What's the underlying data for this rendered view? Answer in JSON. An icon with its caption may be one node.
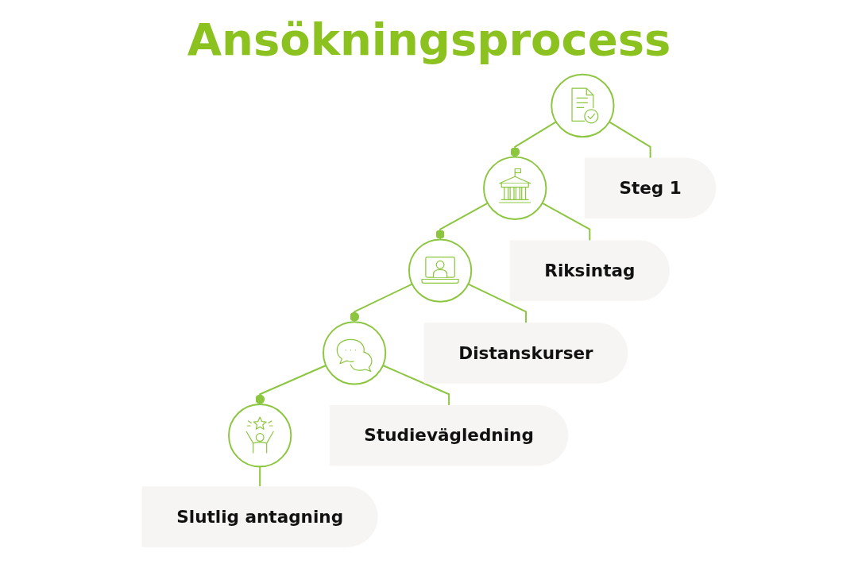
{
  "diagram": {
    "title": "Ansökningsprocess",
    "nodes": [
      {
        "text": [],
        "shape": "circle"
      },
      {
        "text": [
          "Steg 1"
        ]
      },
      {
        "text": [],
        "shape": "circle"
      },
      {
        "text": [
          "Riksintag"
        ]
      },
      {
        "text": [],
        "shape": "circle"
      },
      {
        "text": [
          "Distanskurser"
        ]
      },
      {
        "text": [],
        "shape": "circle"
      },
      {
        "text": [
          "Studievägledning"
        ]
      },
      {
        "text": [],
        "shape": "circle"
      },
      {
        "text": [
          "Slutlig antagning"
        ]
      }
    ],
    "edges": [
      {
        "from": 0,
        "to": 1,
        "arrow": "none"
      },
      {
        "from": 0,
        "to": 2,
        "arrow": "other"
      },
      {
        "from": 2,
        "to": 3,
        "arrow": "none"
      },
      {
        "from": 2,
        "to": 4,
        "arrow": "other"
      },
      {
        "from": 4,
        "to": 5,
        "arrow": "none"
      },
      {
        "from": 4,
        "to": 6,
        "arrow": "other"
      },
      {
        "from": 6,
        "to": 7,
        "arrow": "none"
      },
      {
        "from": 6,
        "to": 8,
        "arrow": "other"
      },
      {
        "from": 8,
        "to": 9,
        "arrow": "none"
      }
    ]
  }
}
